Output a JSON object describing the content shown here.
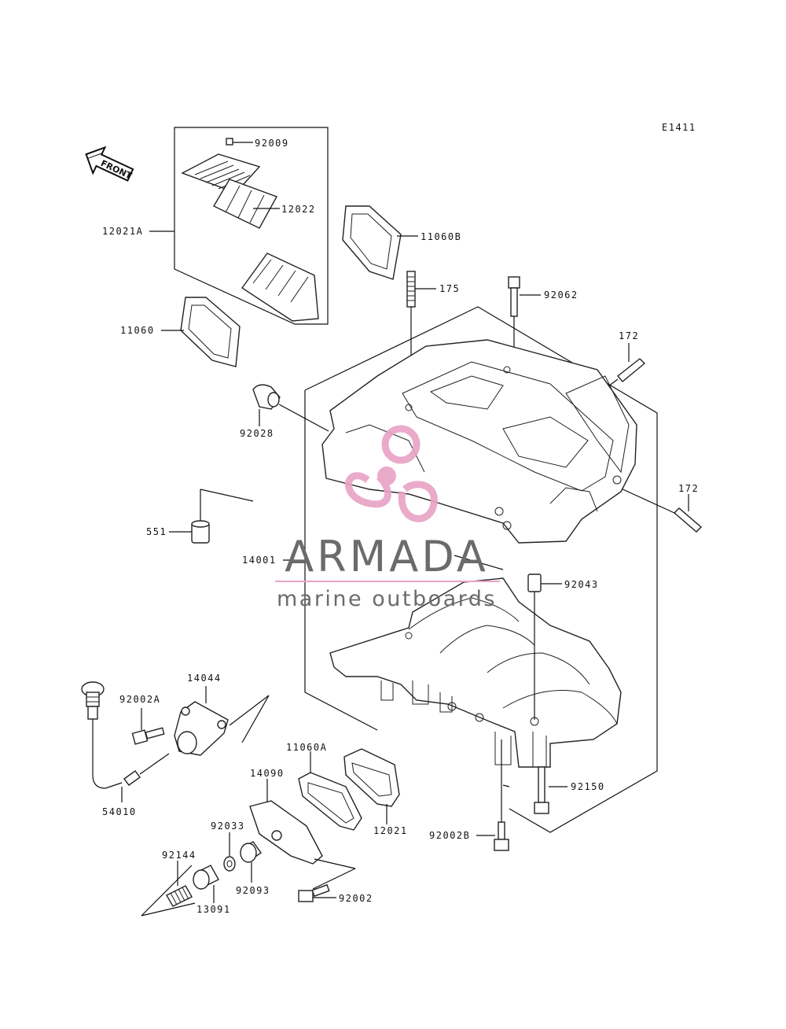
{
  "diagram_code": "E1411",
  "front_arrow_label": "FRONT",
  "part_labels": {
    "p92009": "92009",
    "p12022": "12022",
    "p12021A": "12021A",
    "p11060B": "11060B",
    "p175": "175",
    "p92062": "92062",
    "p11060": "11060",
    "p172a": "172",
    "p92028": "92028",
    "p172b": "172",
    "p551": "551",
    "p14001": "14001",
    "p92043": "92043",
    "p14044": "14044",
    "p92002A": "92002A",
    "p11060A": "11060A",
    "p14090": "14090",
    "p54010": "54010",
    "p92150": "92150",
    "p12021": "12021",
    "p92033": "92033",
    "p92002B": "92002B",
    "p92144": "92144",
    "p92093": "92093",
    "p92002": "92002",
    "p13091": "13091"
  },
  "watermark": {
    "brand": "ARMADA",
    "tagline": "marine outboards",
    "colors": {
      "logo": "#e8a3c6",
      "text": "#6b6b6b",
      "rule": "#e8a3c6"
    }
  }
}
